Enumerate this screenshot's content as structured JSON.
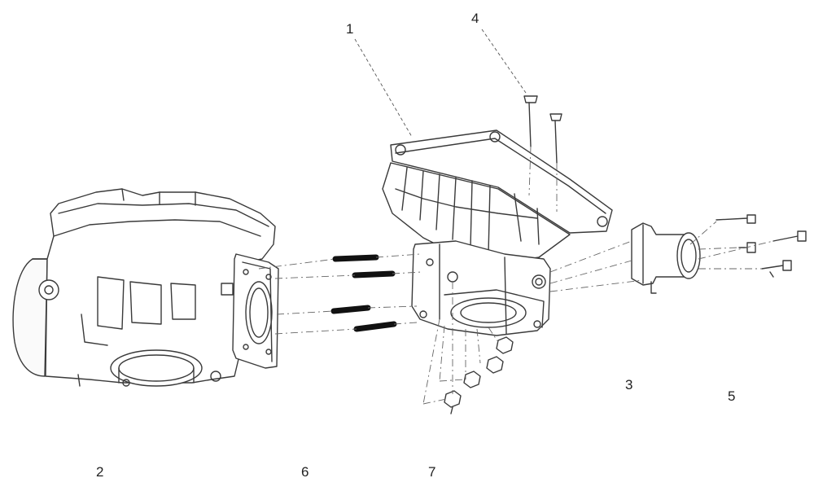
{
  "callouts": {
    "c1": "1",
    "c2": "2",
    "c3": "3",
    "c4": "4",
    "c5": "5",
    "c6": "6",
    "c7": "7"
  },
  "colors": {
    "line": "#3a3a3a",
    "leader": "#666666",
    "stud": "#111111",
    "background": "#ffffff"
  }
}
